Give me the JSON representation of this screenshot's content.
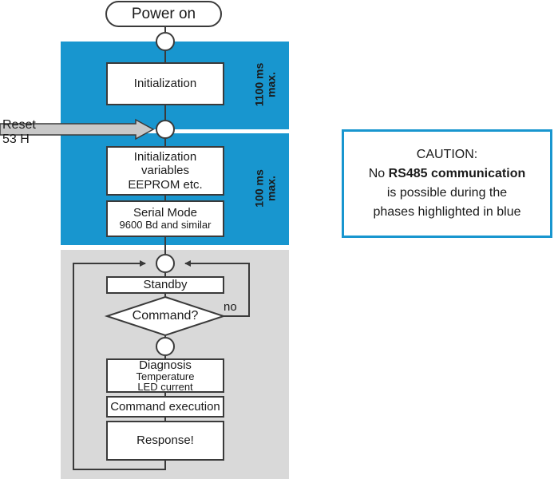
{
  "flow": {
    "power_on": "Power on",
    "initialization": "Initialization",
    "phase1_time": "1100 ms",
    "phase1_max": "max.",
    "reset_line1": "Reset",
    "reset_line2": "53 H",
    "init_var_line1": "Initialization",
    "init_var_line2": "variables",
    "init_var_line3": "EEPROM etc.",
    "serial_line1": "Serial Mode",
    "serial_line2": "9600 Bd and similar",
    "phase2_time": "100 ms",
    "phase2_max": "max.",
    "standby": "Standby",
    "command_question": "Command?",
    "no_label": "no",
    "diagnosis_line1": "Diagnosis",
    "diagnosis_line2": "Temperature",
    "diagnosis_line3": "LED current",
    "command_execution": "Command execution",
    "response": "Response!"
  },
  "caution": {
    "title": "CAUTION:",
    "line1_prefix": "No ",
    "line1_bold": "RS485 communication",
    "line2": "is possible during the",
    "line3": "phases highlighted in blue"
  },
  "colors": {
    "blue_phase": "#1896cf",
    "gray_loop": "#d9d9d9",
    "line": "#3a3a3a"
  }
}
